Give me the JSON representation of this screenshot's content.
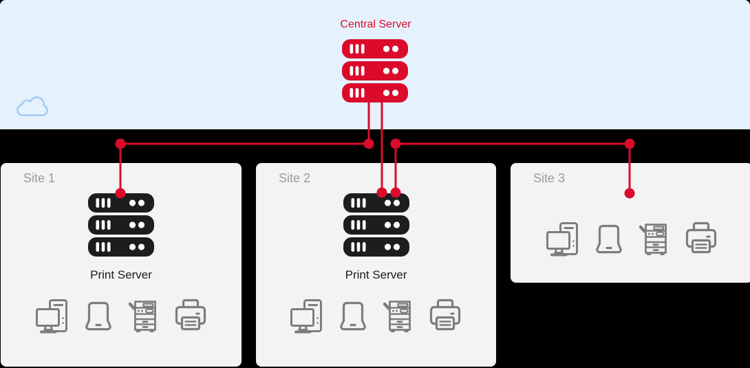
{
  "colors": {
    "accent_red": "#db0b2b",
    "band_blue": "#e5f2fd",
    "cloud_blue": "#a8cdf2",
    "card_gray": "#f3f3f3",
    "background_black": "#000000",
    "server_black": "#1d1d1f",
    "device_icon_gray": "#7d7d7d",
    "site_label_gray": "#9b9b9b",
    "text_black": "#1a1a1a"
  },
  "cloud_region": {
    "label": "Central Server",
    "cloud_icon": "cloud-icon",
    "server_icon": "central-server-stack-icon"
  },
  "sites": [
    {
      "label": "Site 1",
      "has_print_server": true,
      "print_server_label": "Print Server",
      "devices": [
        "desktop-computer-icon",
        "laptop-icon",
        "copier-icon",
        "printer-icon"
      ]
    },
    {
      "label": "Site 2",
      "has_print_server": true,
      "print_server_label": "Print Server",
      "devices": [
        "desktop-computer-icon",
        "laptop-icon",
        "copier-icon",
        "printer-icon"
      ]
    },
    {
      "label": "Site 3",
      "has_print_server": false,
      "devices": [
        "desktop-computer-icon",
        "laptop-icon",
        "copier-icon",
        "printer-icon"
      ]
    }
  ],
  "connections": [
    {
      "from": "central-server",
      "to": "site-1-print-server"
    },
    {
      "from": "central-server",
      "to": "site-2-print-server"
    },
    {
      "from": "central-server",
      "to": "site-3"
    }
  ]
}
